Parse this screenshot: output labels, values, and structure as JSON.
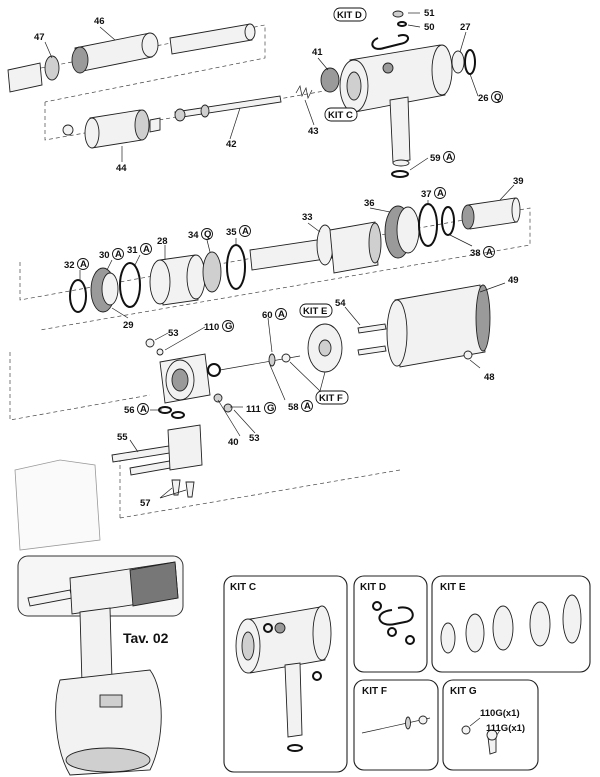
{
  "diagram": {
    "labels": {
      "p46": "46",
      "p47": "47",
      "p51": "51",
      "p50": "50",
      "p27": "27",
      "p41": "41",
      "p26": "26",
      "p43": "43",
      "p42": "42",
      "p44": "44",
      "p59": "59",
      "p39": "39",
      "p36": "36",
      "p37": "37",
      "p33": "33",
      "p34": "34",
      "p35": "35",
      "p28": "28",
      "p31": "31",
      "p30": "30",
      "p32": "32",
      "p29": "29",
      "p38": "38",
      "p49": "49",
      "p54": "54",
      "p53a": "53",
      "p110": "110",
      "p60": "60",
      "p48": "48",
      "p58": "58",
      "p56": "56",
      "p111": "111",
      "p53b": "53",
      "p40": "40",
      "p55": "55",
      "p57": "57"
    },
    "suffix_a": "A",
    "suffix_q": "Q",
    "suffix_g": "G",
    "kit_tags": {
      "d": "KIT D",
      "c": "KIT C",
      "e": "KIT E",
      "f": "KIT F"
    },
    "tav": "Tav. 02",
    "kits": {
      "c": {
        "title": "KIT C"
      },
      "d": {
        "title": "KIT D"
      },
      "e": {
        "title": "KIT E"
      },
      "f": {
        "title": "KIT F"
      },
      "g": {
        "title": "KIT G",
        "item1": "110G(x1)",
        "item2": "111G(x1)"
      }
    }
  }
}
